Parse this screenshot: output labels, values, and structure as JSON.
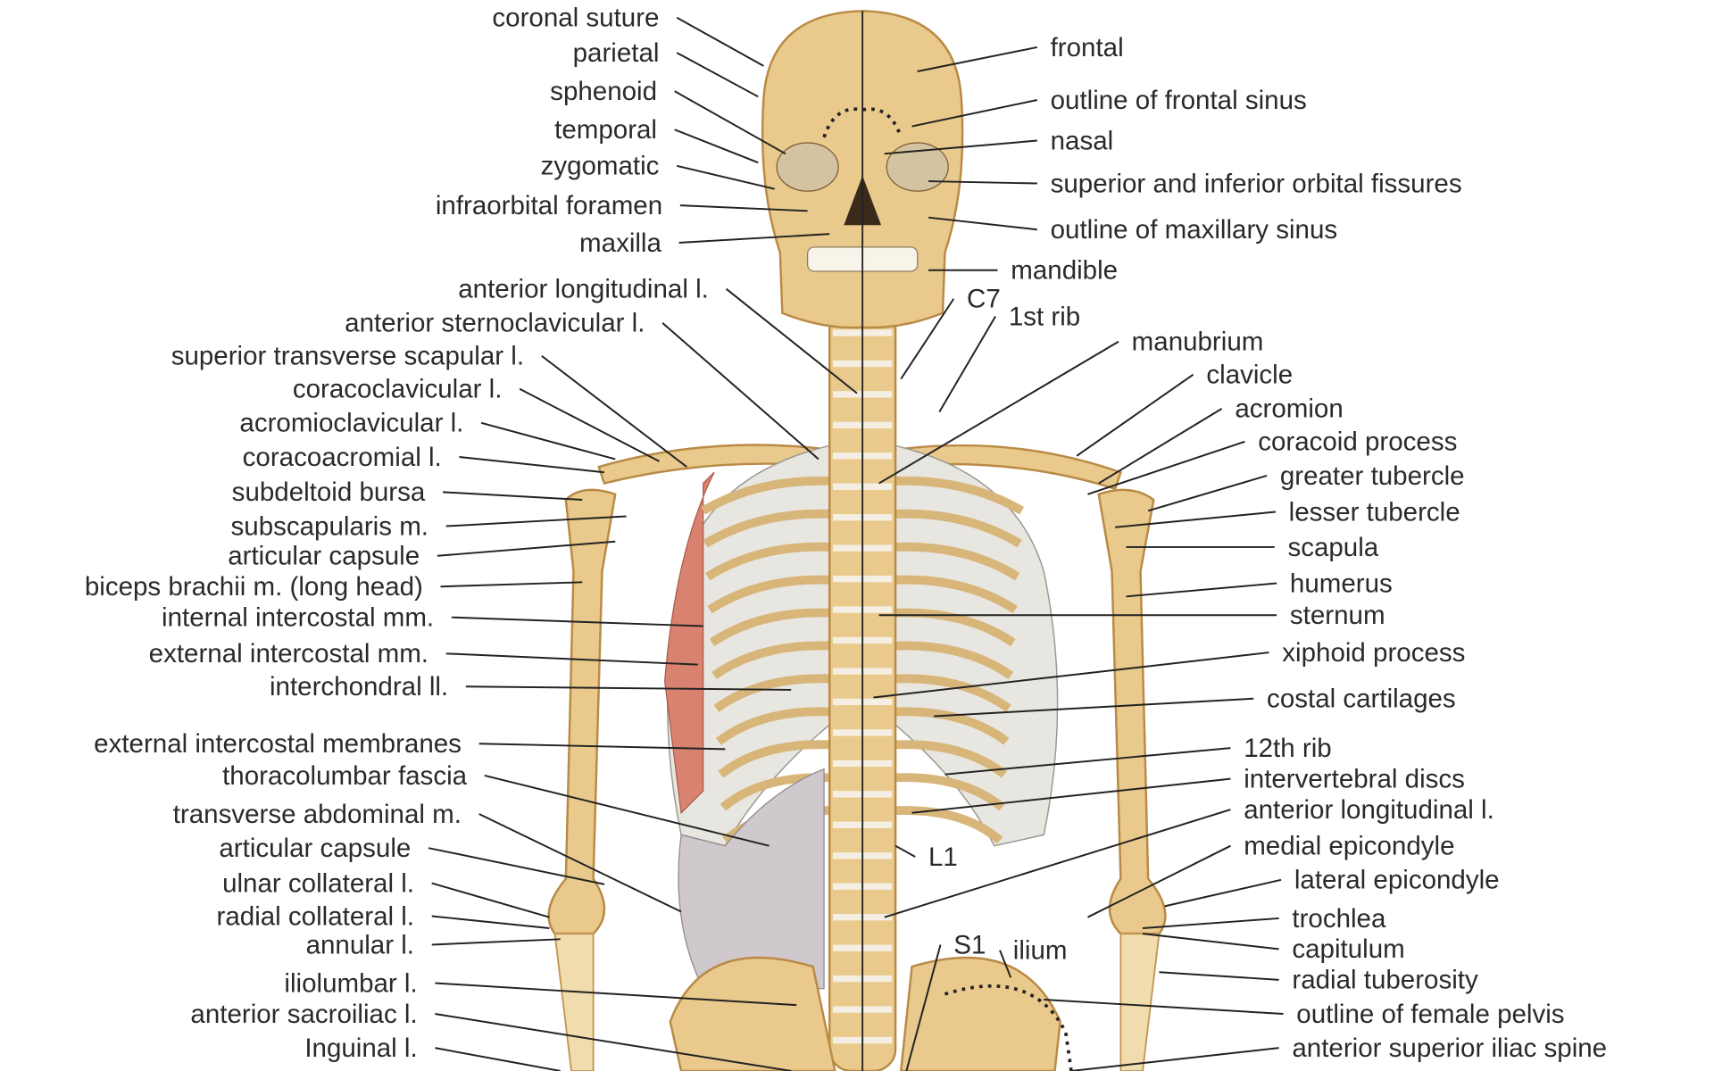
{
  "diagram": {
    "colors": {
      "bone": "#e9c98c",
      "cartilage": "#e8e6e0",
      "muscle": "#d9826f",
      "text": "#2a2a2a"
    },
    "left_labels": [
      "coronal suture",
      "parietal",
      "sphenoid",
      "temporal",
      "zygomatic",
      "infraorbital foramen",
      "maxilla",
      "anterior longitudinal l.",
      "anterior sternoclavicular l.",
      "superior transverse scapular l.",
      "coracoclavicular l.",
      "acromioclavicular l.",
      "coracoacromial l.",
      "subdeltoid bursa",
      "subscapularis m.",
      "articular capsule",
      "biceps brachii m. (long head)",
      "internal intercostal mm.",
      "external intercostal mm.",
      "interchondral ll.",
      "external intercostal membranes",
      "thoracolumbar fascia",
      "transverse abdominal m.",
      "articular capsule",
      "ulnar collateral l.",
      "radial collateral l.",
      "annular l.",
      "iliolumbar l.",
      "anterior sacroiliac l.",
      "Inguinal l."
    ],
    "right_labels": [
      "frontal",
      "outline of frontal sinus",
      "nasal",
      "superior and inferior orbital fissures",
      "outline of maxillary sinus",
      "mandible",
      "C7",
      "1st rib",
      "manubrium",
      "clavicle",
      "acromion",
      "coracoid process",
      "greater tubercle",
      "lesser tubercle",
      "scapula",
      "humerus",
      "sternum",
      "xiphoid process",
      "costal cartilages",
      "12th rib",
      "intervertebral discs",
      "anterior longitudinal l.",
      "medial epicondyle",
      "lateral epicondyle",
      "trochlea",
      "capitulum",
      "radial tuberosity",
      "outline of female pelvis",
      "anterior superior iliac spine",
      "ilium",
      "S1",
      "L1"
    ]
  }
}
